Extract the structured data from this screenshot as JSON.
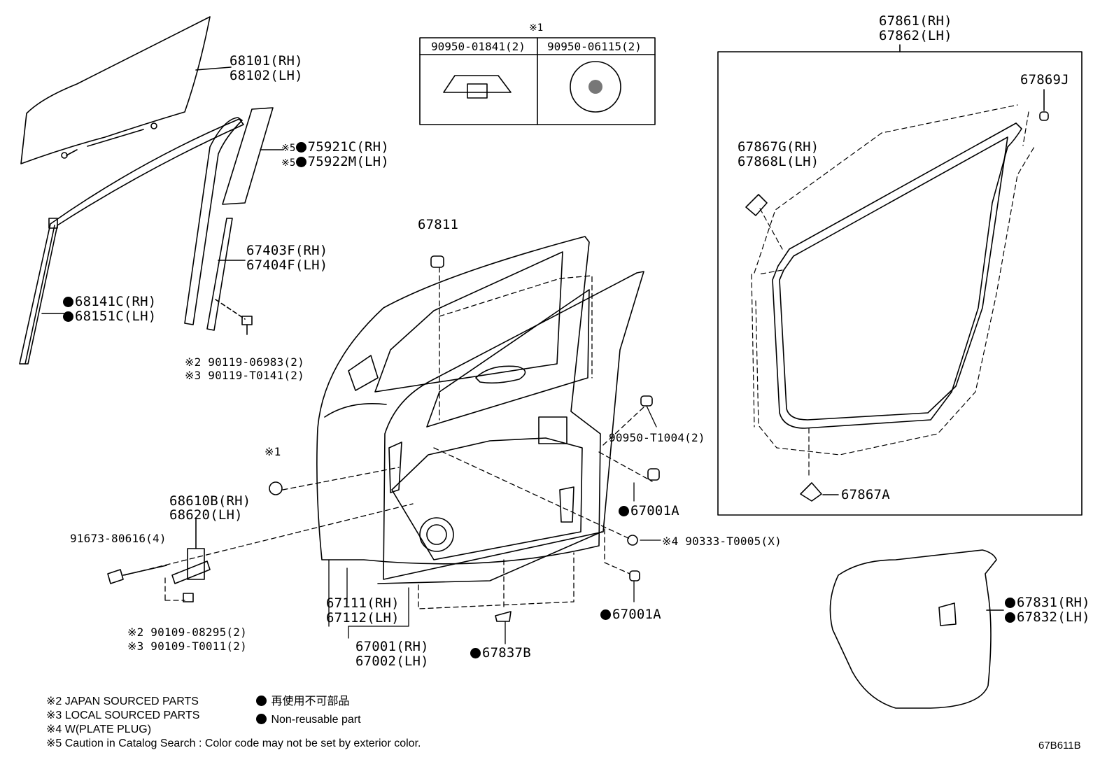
{
  "callouts": {
    "glass": [
      "68101(RH)",
      "68102(LH)"
    ],
    "garnish_front": [
      "75921C(RH)",
      "75922M(LH)"
    ],
    "garnish_front_mark": "※5",
    "run_channel": [
      "67403F(RH)",
      "67404F(LH)"
    ],
    "outer_frame": [
      "68141C(RH)",
      "68151C(LH)"
    ],
    "screw_rear": [
      "※2 90119-06983(2)",
      "※3 90119-T0141(2)"
    ],
    "cushion_top": "67811",
    "plug_table_mark": "※1",
    "plug_table_cols": [
      "90950-01841(2)",
      "90950-06115(2)"
    ],
    "weatherstrip": [
      "67861(RH)",
      "67862(LH)"
    ],
    "clip_j": "67869J",
    "clip_gl": [
      "67867G(RH)",
      "67868L(LH)"
    ],
    "clip_a": "67867A",
    "plug_mid": "90950-T1004(2)",
    "bumper_1": "67001A",
    "plate_plug": "※4 90333-T0005(X)",
    "bumper_2": "67001A",
    "service_hole": [
      "67831(RH)",
      "67832(LH)"
    ],
    "plug_left_mark": "※1",
    "check_assy": [
      "68610B(RH)",
      "68620(LH)"
    ],
    "check_bolt": "91673-80616(4)",
    "check_screw": [
      "※2 90109-08295(2)",
      "※3 90109-T0011(2)"
    ],
    "door_panel": [
      "67111(RH)",
      "67112(LH)"
    ],
    "door_assy": [
      "67001(RH)",
      "67002(LH)"
    ],
    "bottom_plug": "67837B"
  },
  "legend": {
    "notes": [
      "※2 JAPAN SOURCED PARTS",
      "※3 LOCAL SOURCED PARTS",
      "※4 W(PLATE PLUG)",
      "※5 Caution in Catalog Search : Color code may not be set by exterior color."
    ],
    "dot_ja": "再使用不可部品",
    "dot_en": "Non-reusable part"
  },
  "figure_code": "67B611B"
}
